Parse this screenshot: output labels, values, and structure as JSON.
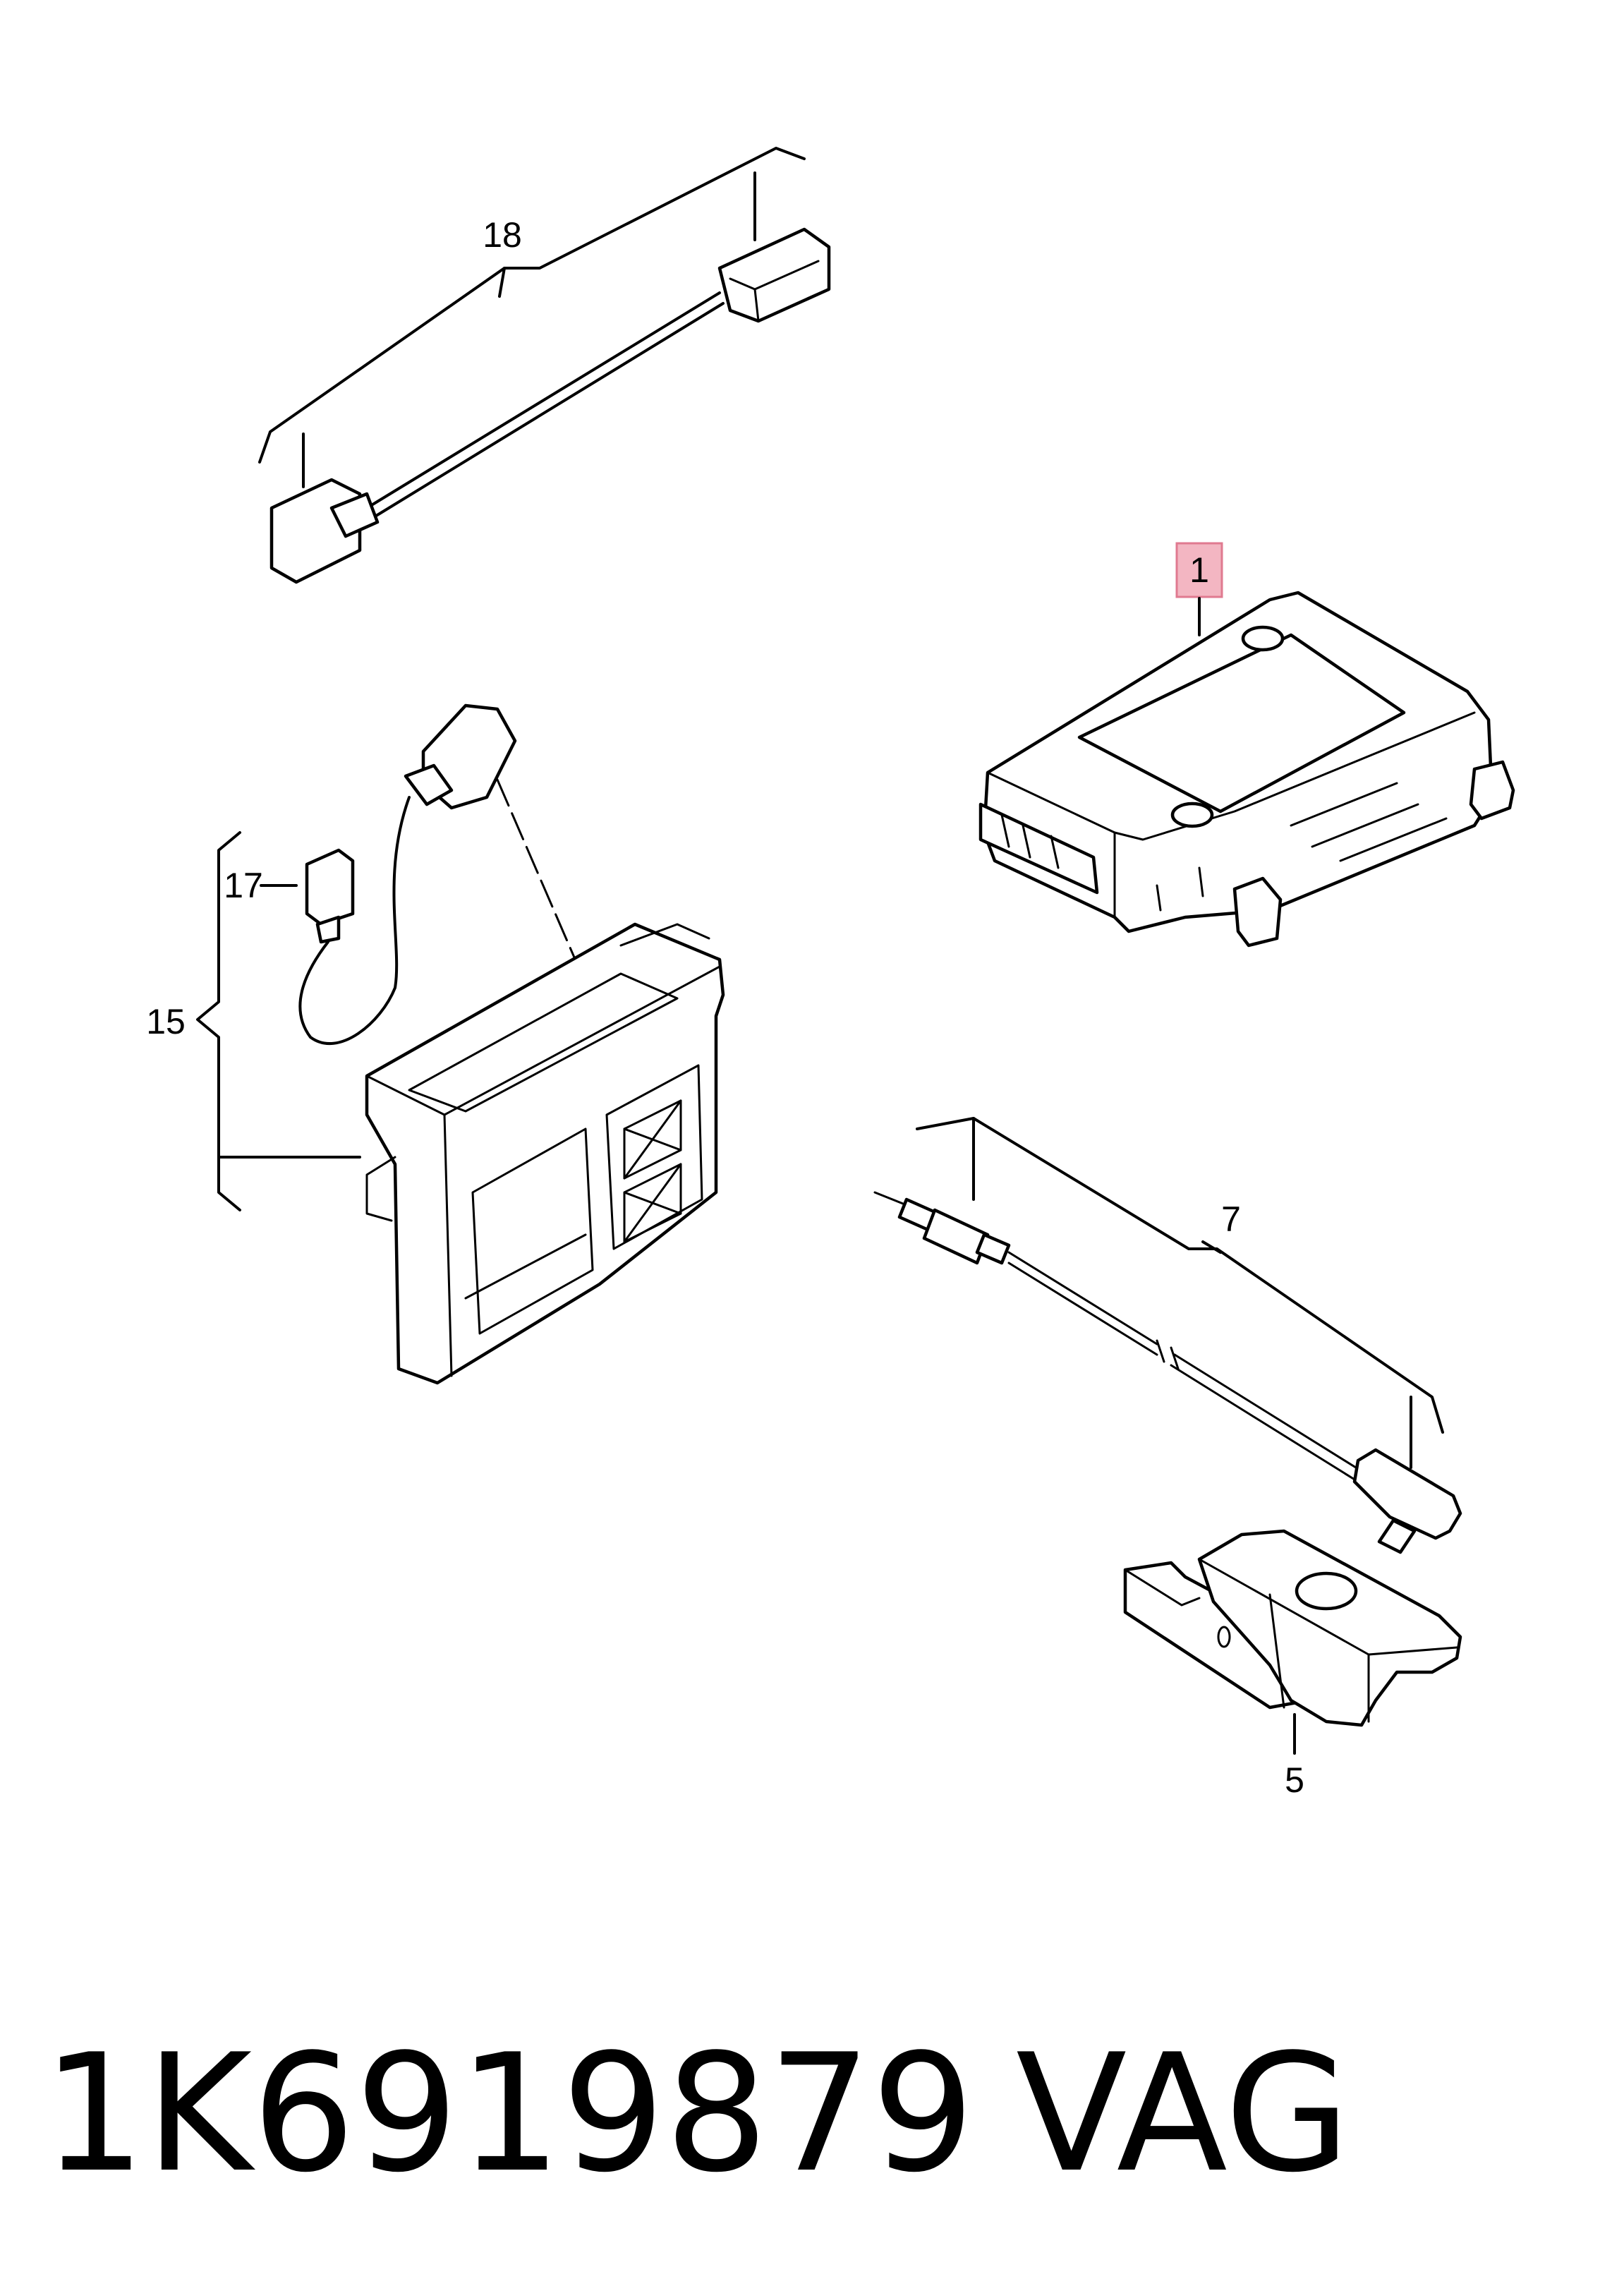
{
  "callouts": {
    "c1": "1",
    "c5": "5",
    "c7": "7",
    "c15": "15",
    "c17": "17",
    "c18": "18"
  },
  "highlight_color": "#f3b6c2",
  "footer": {
    "part_number": "1K6919879",
    "brand": "VAG"
  }
}
